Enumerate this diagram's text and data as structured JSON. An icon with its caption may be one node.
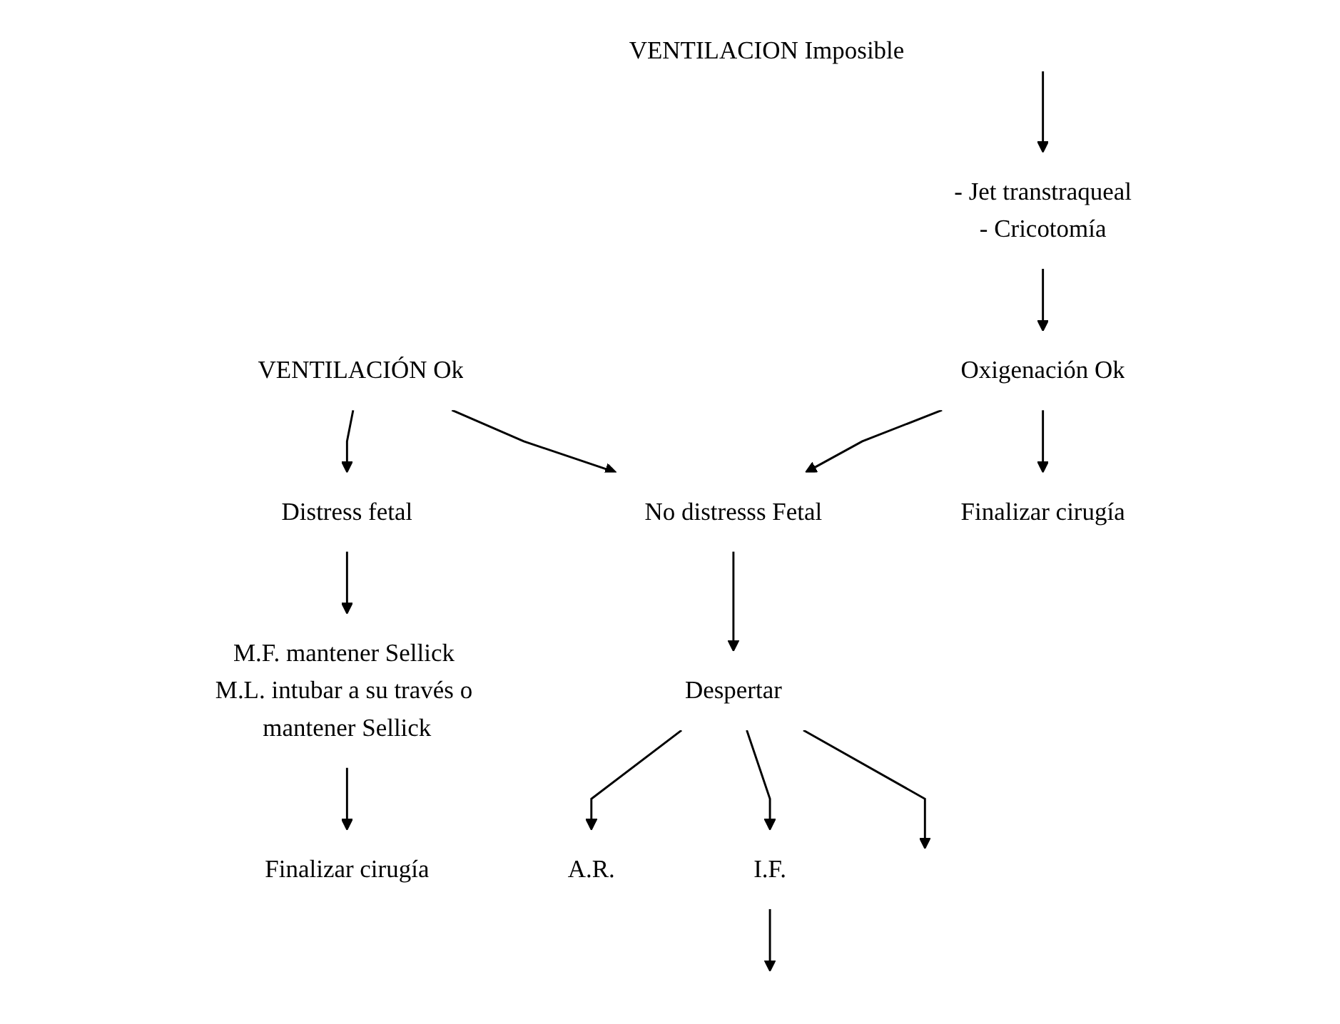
{
  "diagram": {
    "nodes": [
      {
        "text": [
          "VENTILACIÓN Ok"
        ]
      },
      {
        "text": [
          "VENTILACION Imposible"
        ]
      },
      {
        "text": [
          "Distress fetal"
        ]
      },
      {
        "text": [
          "No distresss Fetal"
        ]
      },
      {
        "text": [
          "- Jet transtraqueal",
          "- Cricotomía"
        ]
      },
      {
        "text": [
          "M.F. mantener Sellick M.L. intubar a su través o mantener Sellick"
        ]
      },
      {
        "text": [
          "Despertar"
        ]
      },
      {
        "text": [
          "Oxigenación Ok"
        ]
      },
      {
        "text": [
          "A.R."
        ]
      },
      {
        "text": [
          "I.F."
        ]
      },
      {
        "text": [
          "Finalizar cirugía"
        ]
      },
      {
        "text": [
          "Finalizar cirugía"
        ]
      }
    ],
    "edges": [
      {
        "from": 0,
        "to": 2,
        "arrow": "to"
      },
      {
        "from": 0,
        "to": 3,
        "arrow": "to"
      },
      {
        "from": null,
        "to": 4,
        "arrow": "to"
      },
      {
        "from": 2,
        "to": 5,
        "arrow": "to"
      },
      {
        "from": 3,
        "to": 6,
        "arrow": "to"
      },
      {
        "from": 4,
        "to": 7,
        "arrow": "to"
      },
      {
        "from": 7,
        "to": 3,
        "arrow": "to"
      },
      {
        "from": 6,
        "to": 8,
        "arrow": "to"
      },
      {
        "from": 6,
        "to": 9,
        "arrow": "to"
      },
      {
        "from": 6,
        "to": null,
        "arrow": "to"
      },
      {
        "from": 9,
        "to": null,
        "arrow": "to"
      },
      {
        "from": 5,
        "to": 10,
        "arrow": "to"
      },
      {
        "from": 7,
        "to": 11,
        "arrow": "to"
      }
    ]
  }
}
